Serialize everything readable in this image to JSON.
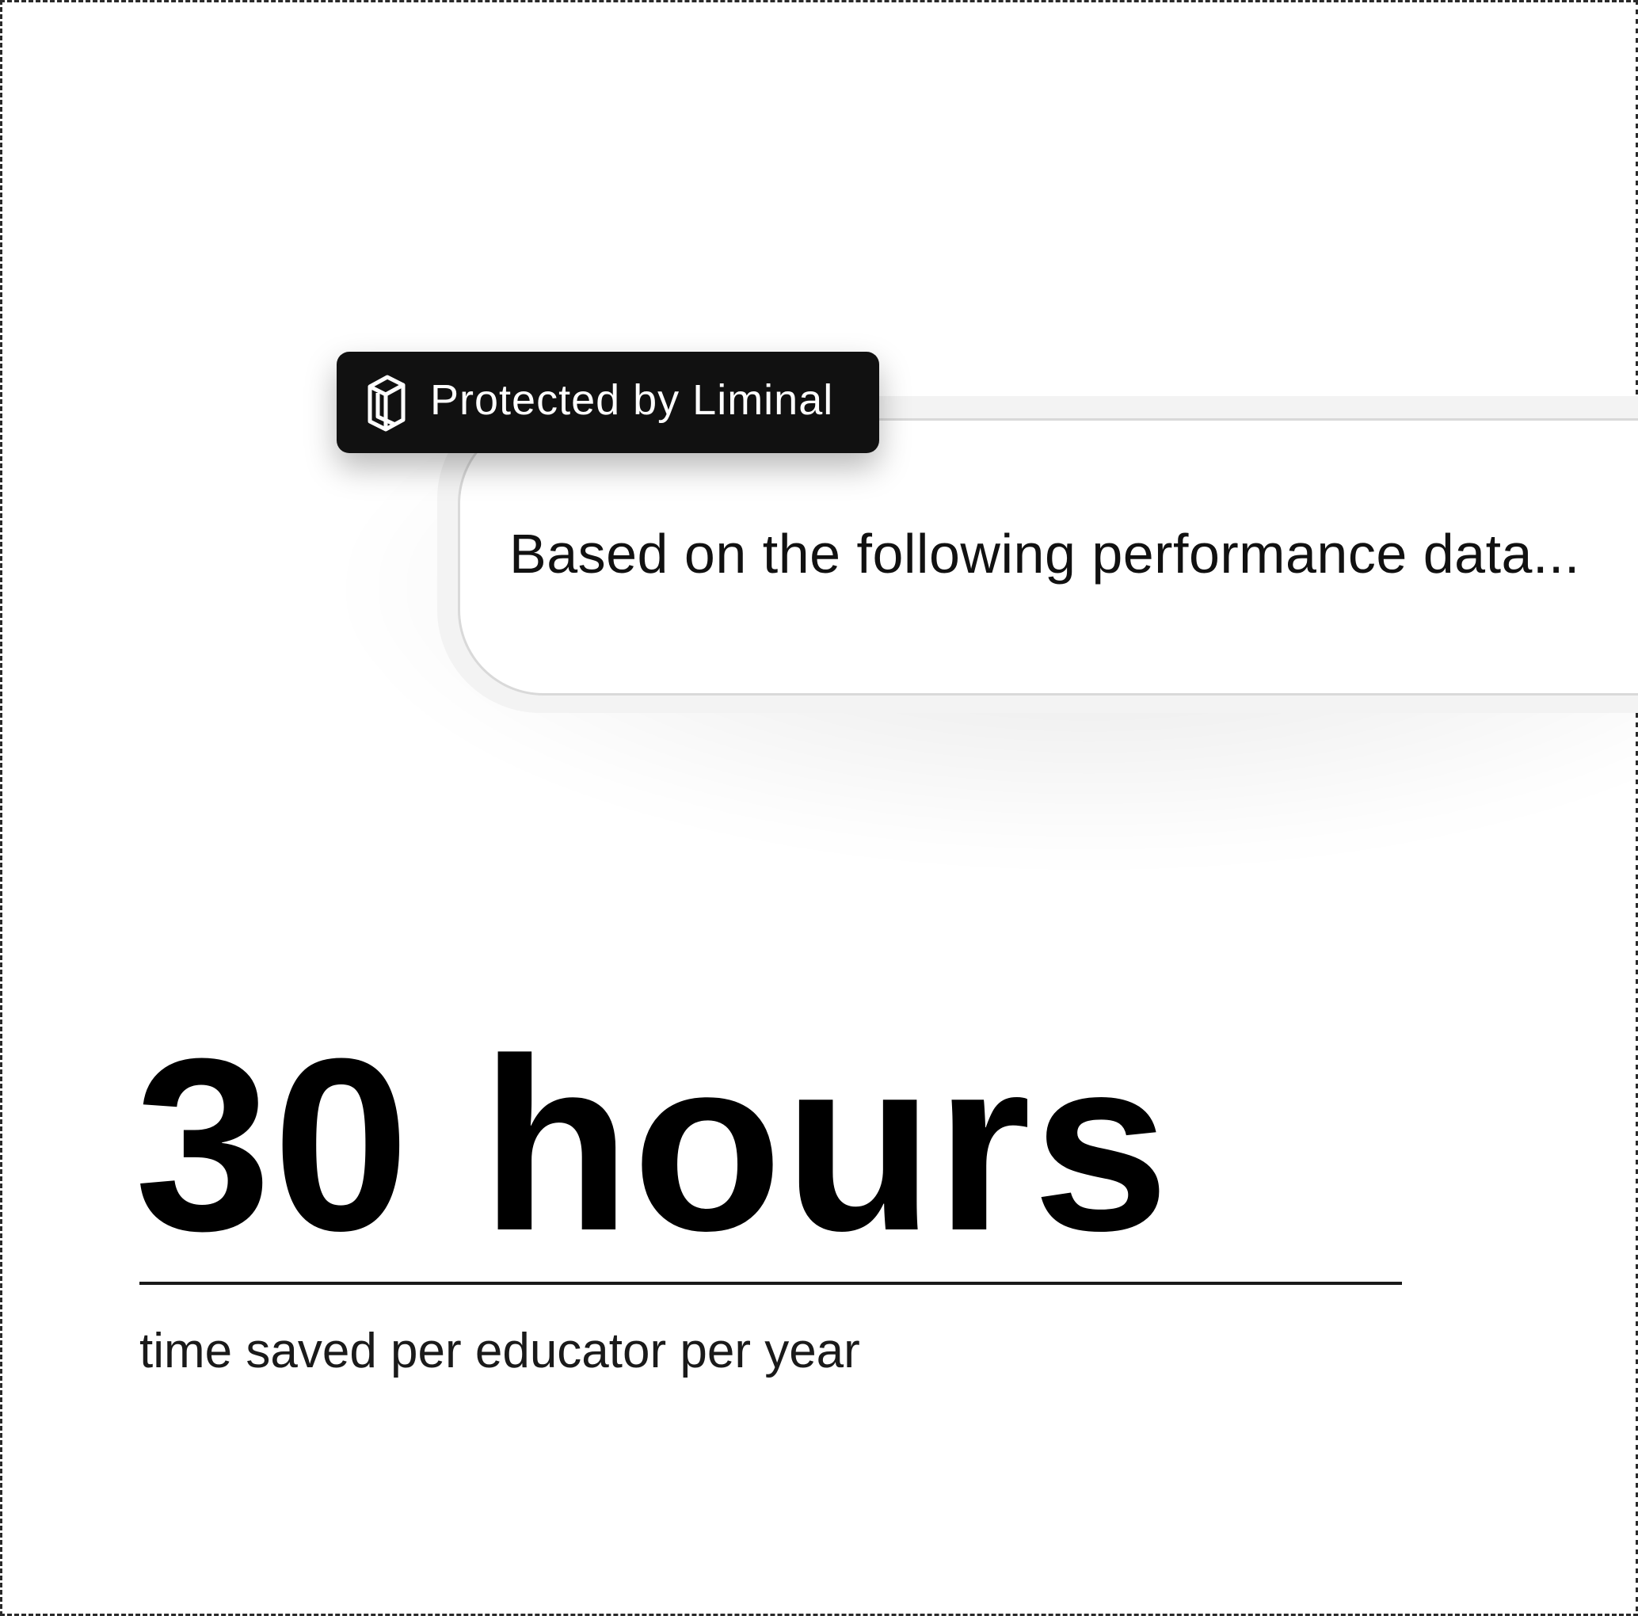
{
  "badge": {
    "icon": "shield-logo-icon",
    "label": "Protected by Liminal",
    "background": "#111111",
    "text_color": "#ffffff"
  },
  "prompt": {
    "text": "Based on the following performance data..."
  },
  "stat": {
    "value": "30 hours",
    "caption": "time saved per educator per year"
  }
}
